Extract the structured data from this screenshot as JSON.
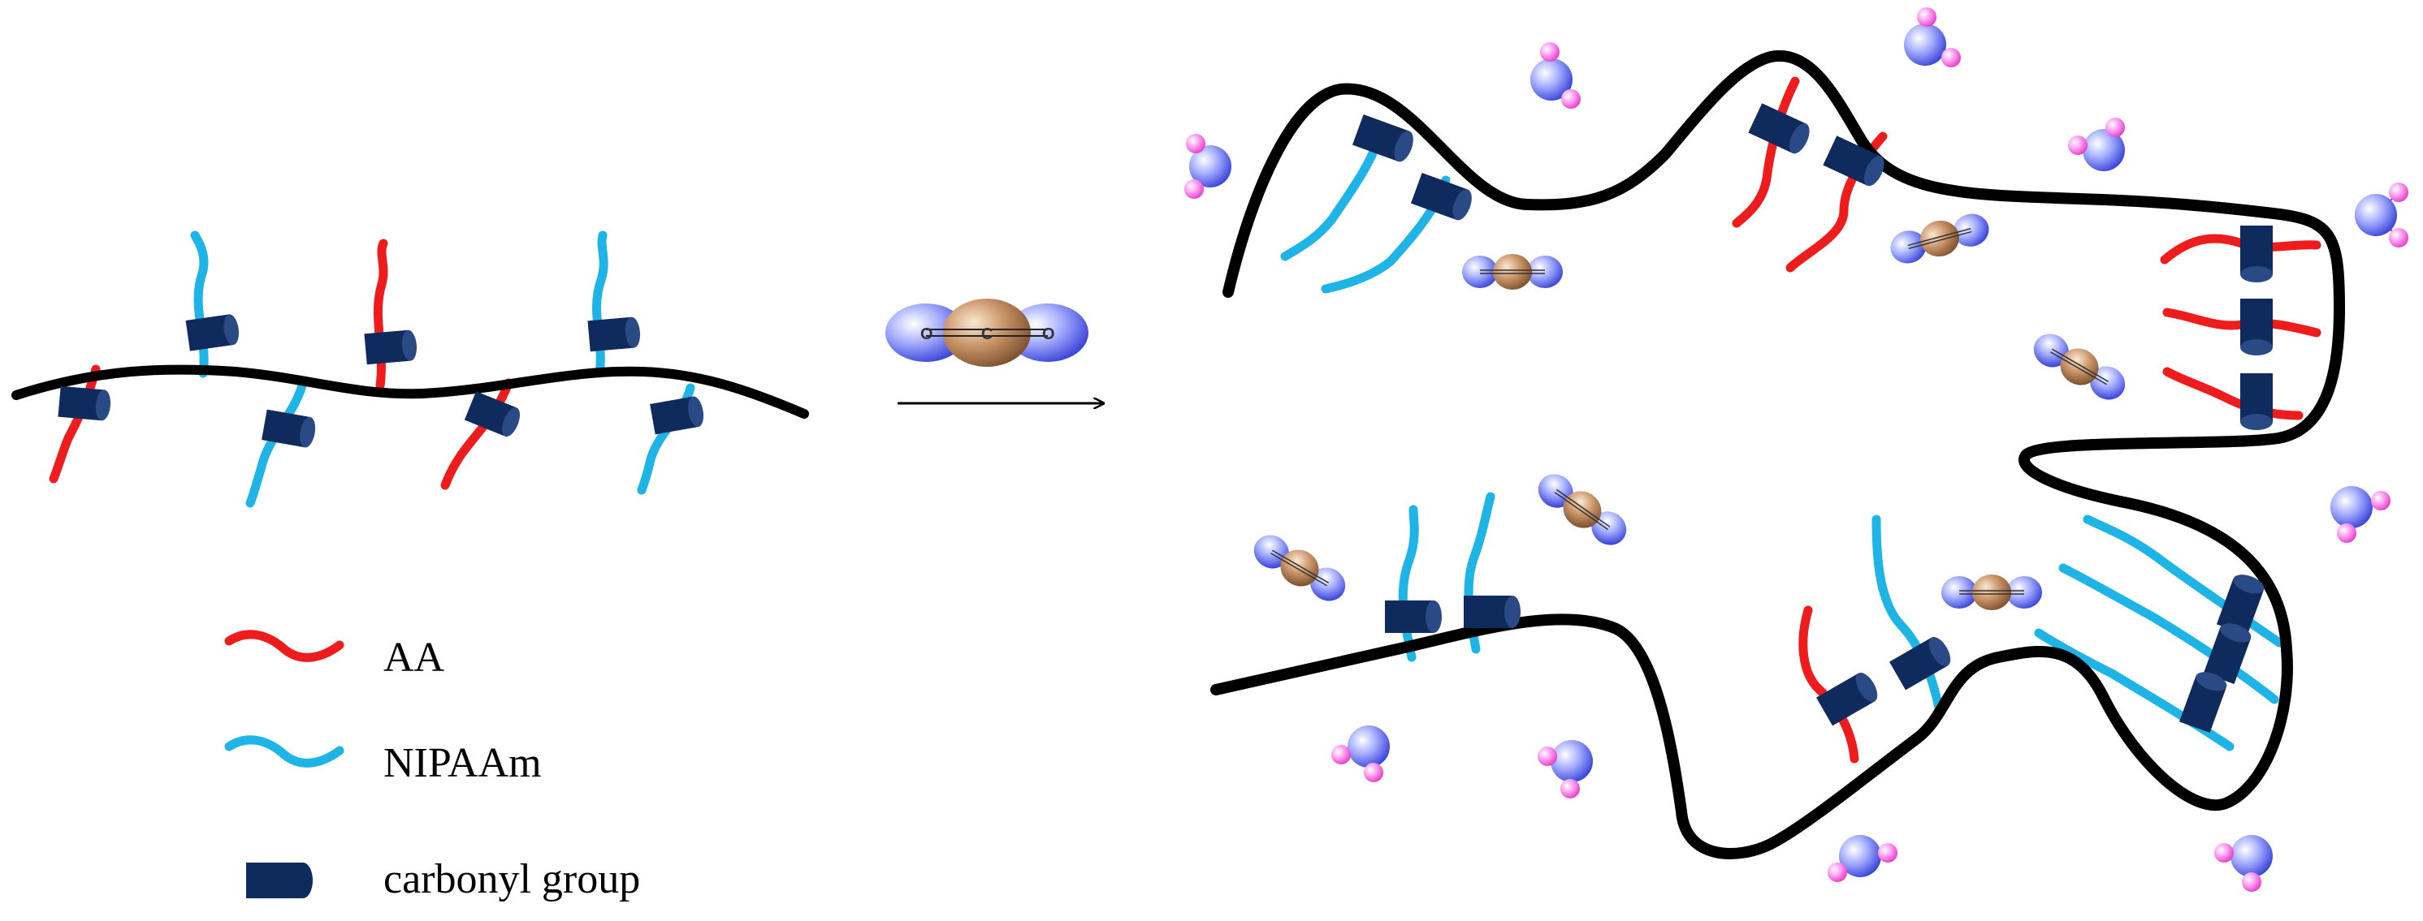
{
  "legend": {
    "items": [
      {
        "key": "aa",
        "label": "AA",
        "color": "#ee1c1c"
      },
      {
        "key": "nipaam",
        "label": "NIPAAm",
        "color": "#1fb4e6"
      },
      {
        "key": "carbonyl",
        "label": "carbonyl group",
        "color": "#0f2a5c"
      }
    ]
  },
  "molecules": {
    "co2": {
      "center_atom": "C",
      "outer_atom": "O"
    },
    "water": {
      "center_atom": "O",
      "outer_atom": "H"
    }
  },
  "colors": {
    "backbone": "#000000",
    "aa": "#ee1c1c",
    "nipaam": "#1fb4e6",
    "carbonyl": "#0f2a5c",
    "co2_carbon": "#b8855a",
    "co2_oxygen": "#5a63f0",
    "water_oxygen": "#6e7ff2",
    "water_hydrogen": "#ff66dd",
    "arrow": "#000000"
  }
}
